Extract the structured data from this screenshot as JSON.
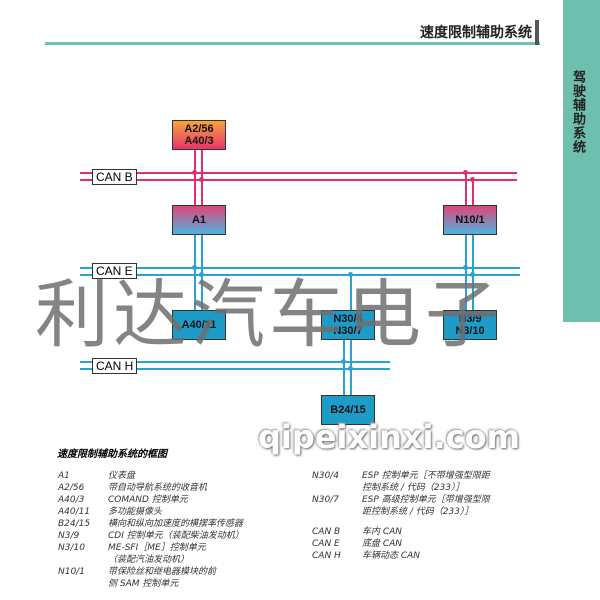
{
  "header": {
    "title": "速度限制辅助系统",
    "side_tab": "驾驶辅助系统"
  },
  "diagram": {
    "buses": {
      "can_b": "CAN B",
      "can_e": "CAN E",
      "can_h": "CAN H"
    },
    "boxes": {
      "a2": [
        "A2/56",
        "A40/3"
      ],
      "a1": "A1",
      "n10": "N10/1",
      "a40_11": "A40/11",
      "n30": [
        "N30/4",
        "N30/7"
      ],
      "n3": [
        "N3/9",
        "N3/10"
      ],
      "b24": "B24/15"
    },
    "colors": {
      "can_b": "#e0306a",
      "can_e": "#2aa3d3",
      "can_h": "#2aa3d3"
    }
  },
  "watermark": {
    "text": "利达汽车电子",
    "site": "qipeixinxi.com"
  },
  "caption": "速度限制辅助系统的框图",
  "legend_left": [
    {
      "k": "A1",
      "v": "仪表盘"
    },
    {
      "k": "A2/56",
      "v": "带自动导航系统的收音机"
    },
    {
      "k": "A40/3",
      "v": "COMAND 控制单元"
    },
    {
      "k": "A40/11",
      "v": "多功能摄像头"
    },
    {
      "k": "B24/15",
      "v": "横向和纵向加速度的横摆率传感器"
    },
    {
      "k": "N3/9",
      "v": "CDI 控制单元（装配柴油发动机）"
    },
    {
      "k": "N3/10",
      "v": "ME-SFI［ME］控制单元（装配汽油发动机）"
    },
    {
      "k": "N10/1",
      "v": "带保险丝和继电器模块的前侧 SAM 控制单元"
    }
  ],
  "legend_right": [
    {
      "k": "N30/4",
      "v": "ESP 控制单元［不带增强型限距控制系统 / 代码（233）］"
    },
    {
      "k": "N30/7",
      "v": "ESP 高级控制单元［带增强型限距控制系统 / 代码（233）］"
    },
    {
      "k": "CAN B",
      "v": "车内 CAN"
    },
    {
      "k": "CAN E",
      "v": "底盘 CAN"
    },
    {
      "k": "CAN H",
      "v": "车辆动态 CAN"
    }
  ]
}
